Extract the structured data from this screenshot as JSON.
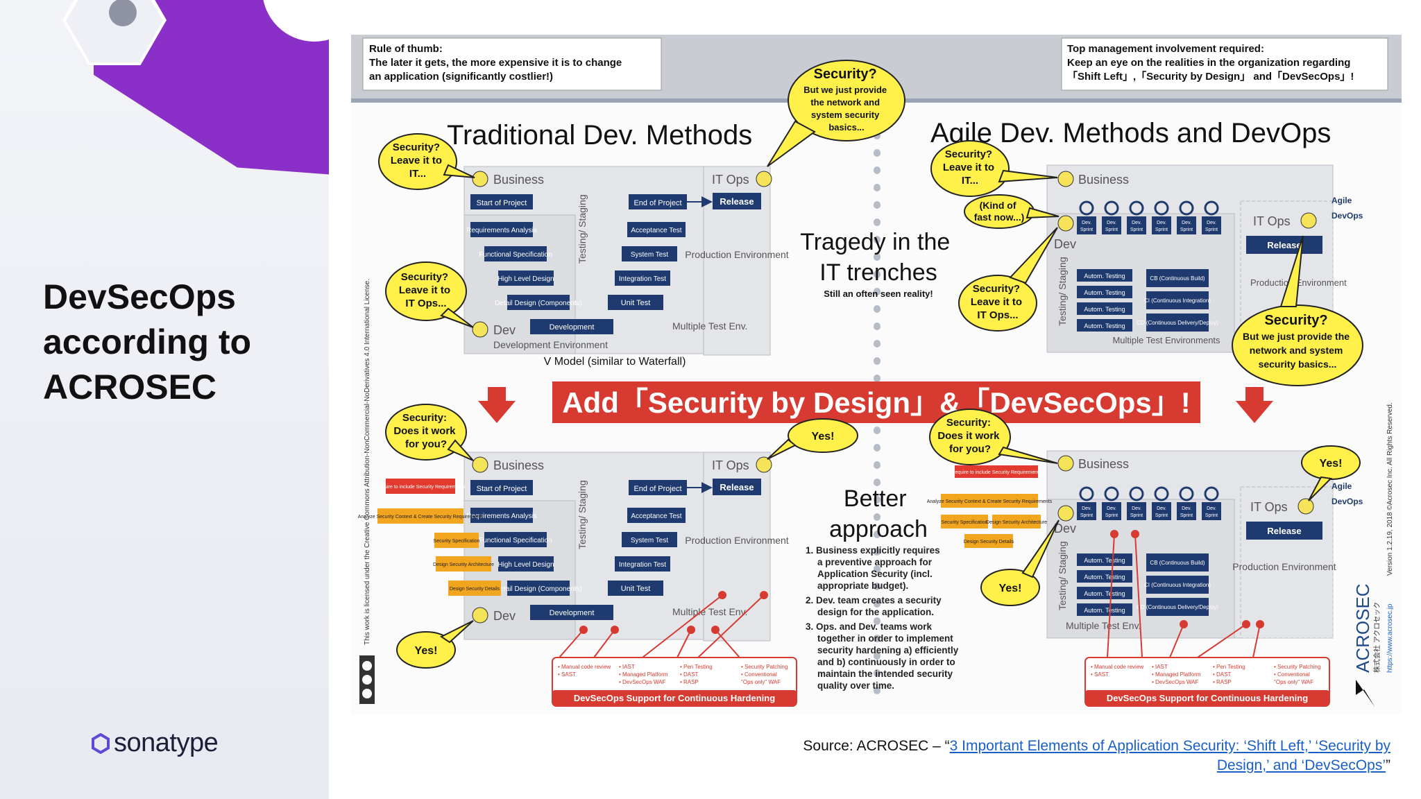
{
  "slide": {
    "title_lines": [
      "DevSecOps",
      "according to",
      "ACROSEC"
    ],
    "brand": "sonatype"
  },
  "source": {
    "prefix": "Source: ACROSEC – “",
    "link_text": "3 Important Elements of Application Security: ‘Shift Left,’ ‘Security by Design,’ and ‘DevSecOps’",
    "suffix": "”"
  },
  "diagram": {
    "rule_box": [
      "Rule of thumb:",
      "The later it gets, the more expensive it is to change",
      "an application (significantly costlier!)"
    ],
    "mgmt_box": [
      "Top management involvement required:",
      "Keep an eye on the realities in the organization regarding",
      "「Shift Left」,「Security by Design」 and「DevSecOps」!"
    ],
    "heading_traditional": "Traditional Dev. Methods",
    "heading_agile": "Agile Dev. Methods and DevOps",
    "tragedy": [
      "Tragedy in the",
      "IT trenches"
    ],
    "tragedy_sub": "Still an often seen reality!",
    "banner": "Add「Security by Design」&「DevSecOps」!",
    "better": [
      "Better",
      "approach"
    ],
    "better_points": [
      [
        "1. Business explicitly requires",
        "a preventive approach for",
        "Application Security (incl.",
        "appropriate budget)."
      ],
      [
        "2. Dev. team creates a security",
        "design for the application."
      ],
      [
        "3. Ops. and Dev. teams work",
        "together in order to implement",
        "security hardening a) efficiently",
        "and b) continuously in order to",
        "maintain the intended security",
        "quality over time."
      ]
    ],
    "vmodel_caption": "V Model (similar to Waterfall)",
    "bubble_top_center": [
      "Security?",
      "But we just provide",
      "the network and",
      "system security",
      "basics..."
    ],
    "bubble_right_basics": [
      "Security?",
      "But we just provide the",
      "network and system",
      "security basics..."
    ],
    "bubble_leave_it": [
      "Security?",
      "Leave it to",
      "IT..."
    ],
    "bubble_leave_it_ops": [
      "Security?",
      "Leave it to",
      "IT Ops..."
    ],
    "bubble_kind_of": [
      "(Kind of",
      "fast now...)"
    ],
    "bubble_does_it_work": [
      "Security:",
      "Does it work",
      "for you?"
    ],
    "yes": "Yes!",
    "labels": {
      "business": "Business",
      "it_ops": "IT Ops",
      "dev": "Dev",
      "start_project": "Start of Project",
      "end_project": "End of Project",
      "release": "Release",
      "requirements": "Requirements Analysis",
      "functional": "Functional Specification",
      "high_level": "High Level Design",
      "detail_design": "Detail Design (Components)",
      "development": "Development",
      "unit_test": "Unit Test",
      "integration": "Integration Test",
      "system_test": "System Test",
      "acceptance": "Acceptance Test",
      "testing_staging": "Testing/ Staging",
      "production": "Production Environment",
      "multiple_test": "Multiple Test Env.",
      "multiple_test_envs": "Multiple Test Environments",
      "dev_env": "Development Environment",
      "dev_sprint": "Dev. Sprint",
      "autom_testing": "Autom. Testing",
      "cb": "CB (Continuous Build)",
      "ci": "CI (Continuous Integration)",
      "cd": "CD (Continuous Delivery/Deploy)",
      "agile": "Agile",
      "devops": "DevOps"
    },
    "sec_req": "Require to include Security Requirements",
    "sec_context": "Analyze Security Context & Create Security Requirements",
    "sec_spec": "Security Specification",
    "sec_arch": "Design Security Architecture",
    "sec_details": "Design Security Details",
    "support_items": [
      [
        "• Manual code review",
        "• SAST"
      ],
      [
        "• IAST",
        "• Managed Platform",
        "• DevSecOps WAF"
      ],
      [
        "• Pen Testing",
        "• DAST",
        "• RASP"
      ],
      [
        "• Security Patching",
        "• Conventional",
        "\"Ops only\" WAF"
      ]
    ],
    "support_title": "DevSecOps Support for Continuous Hardening",
    "license": "This work is licensed under the Creative Commons Attribution-NonCommercial-NoDerivatives 4.0 International License.",
    "version": "Version 1.2.19, 2018 ©Acrosec Inc. All Rights Reserved.",
    "acrosec_brand": "ACROSEC",
    "acrosec_jp": "株式会社 アクロセック",
    "acrosec_url": "https://www.acrosec.jp"
  }
}
